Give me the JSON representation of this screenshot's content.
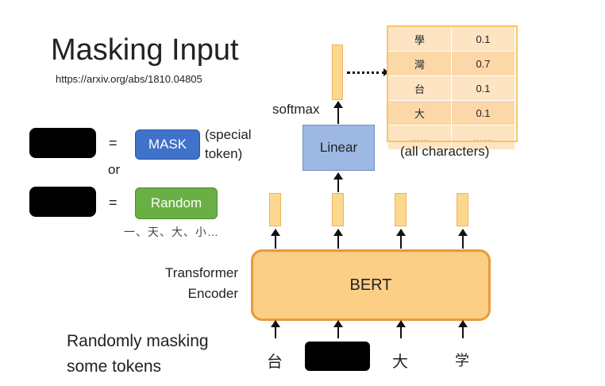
{
  "title": "Masking Input",
  "url": "https://arxiv.org/abs/1810.04805",
  "mask_row": {
    "equals": "=",
    "pill_label": "MASK",
    "note_line1": "(special",
    "note_line2": "token)"
  },
  "or_label": "or",
  "random_row": {
    "equals": "=",
    "pill_label": "Random",
    "examples": "一、天、大、小…"
  },
  "bert": {
    "label": "BERT",
    "left_label_line1": "Transformer",
    "left_label_line2": "Encoder"
  },
  "linear": {
    "label": "Linear"
  },
  "softmax_label": "softmax",
  "probability_table": [
    {
      "char": "學",
      "prob": "0.1"
    },
    {
      "char": "灣",
      "prob": "0.7"
    },
    {
      "char": "台",
      "prob": "0.1"
    },
    {
      "char": "大",
      "prob": "0.1"
    },
    {
      "char": "……",
      "prob": "……"
    }
  ],
  "table_caption": "(all characters)",
  "input_tokens": [
    "台",
    "",
    "大",
    "学"
  ],
  "bottom_caption_line1": "Randomly masking",
  "bottom_caption_line2": "some tokens",
  "colors": {
    "mask_blue": "#3f72c8",
    "random_green": "#6aaf43",
    "bert_fill": "#fccf86",
    "bert_border": "#e99a3a",
    "linear_fill": "#9db8e2",
    "vector_fill": "#fcd88f"
  }
}
